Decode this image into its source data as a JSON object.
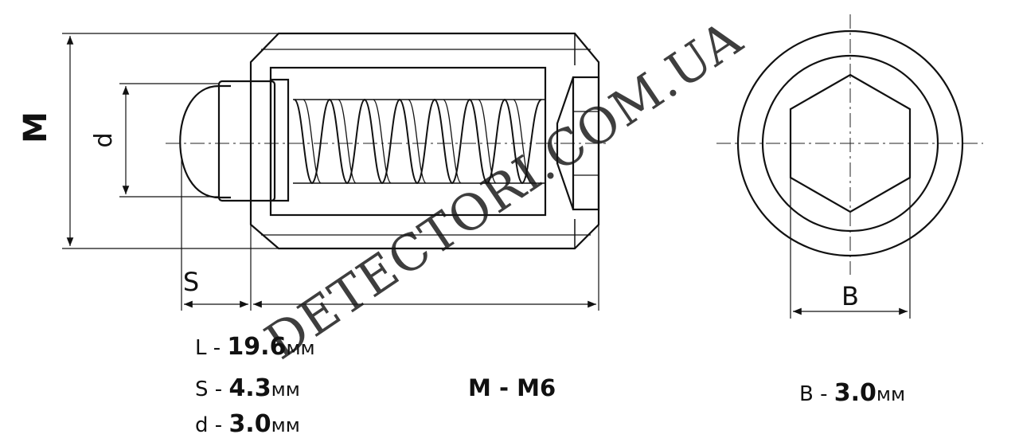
{
  "drawing": {
    "label_M": "M",
    "label_d": "d",
    "label_S": "S",
    "label_B": "B"
  },
  "specs": {
    "L": {
      "key": "L",
      "value": "19.6",
      "unit": "мм"
    },
    "S": {
      "key": "S",
      "value": "4.3",
      "unit": "мм"
    },
    "d": {
      "key": "d",
      "value": "3.0",
      "unit": "мм"
    },
    "M": {
      "key": "M",
      "value": "M6"
    },
    "B": {
      "key": "B",
      "value": "3.0",
      "unit": "мм"
    }
  },
  "watermark": "DETECTORI.COM.UA"
}
